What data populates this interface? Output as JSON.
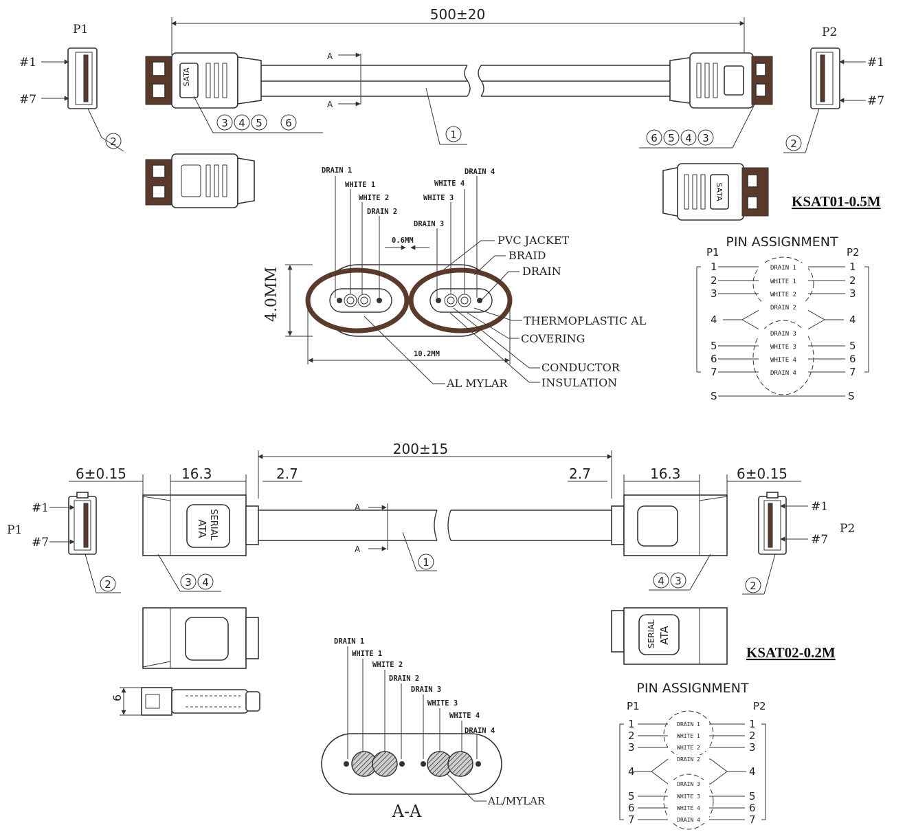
{
  "cable1": {
    "part_number": "KSAT01-0.5M",
    "length_dim": "500±20",
    "p1_label": "P1",
    "p2_label": "P2",
    "pin_first": "#1",
    "pin_last": "#7",
    "connector_text": "SATA",
    "section_mark": "A",
    "balloons_left": [
      "3",
      "4",
      "5",
      "6"
    ],
    "balloons_right": [
      "6",
      "5",
      "4",
      "3"
    ],
    "balloon_cable": "1",
    "balloon_connector": "2",
    "cross_section": {
      "wire_labels": [
        "DRAIN 1",
        "WHITE 1",
        "WHITE 2",
        "DRAIN 2",
        "DRAIN 3",
        "WHITE 3",
        "WHITE 4",
        "DRAIN 4"
      ],
      "gap_dim": "0.6MM",
      "height_dim": "4.0MM",
      "width_dim": "10.2MM",
      "callouts": [
        "PVC JACKET",
        "BRAID",
        "DRAIN",
        "THERMOPLASTIC AL",
        "COVERING",
        "CONDUCTOR",
        "INSULATION",
        "AL MYLAR"
      ]
    }
  },
  "cable2": {
    "part_number": "KSAT02-0.2M",
    "length_dim": "200±15",
    "dim_connector_len": "16.3",
    "dim_strain_relief": "2.7",
    "dim_latch": "6±0.15",
    "dim_thickness": "6",
    "p1_label": "P1",
    "p2_label": "P2",
    "pin_first": "#1",
    "pin_last": "#7",
    "connector_text_top": "SERIAL",
    "connector_text_bottom": "ATA",
    "section_mark": "A",
    "balloons_left": [
      "3",
      "4"
    ],
    "balloons_right": [
      "4",
      "3"
    ],
    "balloon_cable": "1",
    "balloon_connector": "2",
    "cross_section": {
      "wire_labels": [
        "DRAIN 1",
        "WHITE 1",
        "WHITE 2",
        "DRAIN 2",
        "DRAIN 3",
        "WHITE 3",
        "WHITE 4",
        "DRAIN 4"
      ],
      "section_title": "A-A",
      "callout": "AL/MYLAR"
    }
  },
  "pin_assignment": {
    "title": "PIN ASSIGNMENT",
    "p1": "P1",
    "p2": "P2",
    "rows": [
      {
        "p1": "1",
        "signal": "DRAIN 1",
        "p2": "1"
      },
      {
        "p1": "2",
        "signal": "WHITE 1",
        "p2": "2"
      },
      {
        "p1": "3",
        "signal": "WHITE 2",
        "p2": "3"
      },
      {
        "p1": "4",
        "signal": "DRAIN 2",
        "p2": "4"
      },
      {
        "p1": "",
        "signal": "DRAIN 3",
        "p2": ""
      },
      {
        "p1": "5",
        "signal": "WHITE 3",
        "p2": "5"
      },
      {
        "p1": "6",
        "signal": "WHITE 4",
        "p2": "6"
      },
      {
        "p1": "7",
        "signal": "DRAIN 4",
        "p2": "7"
      }
    ],
    "shield": "S"
  }
}
